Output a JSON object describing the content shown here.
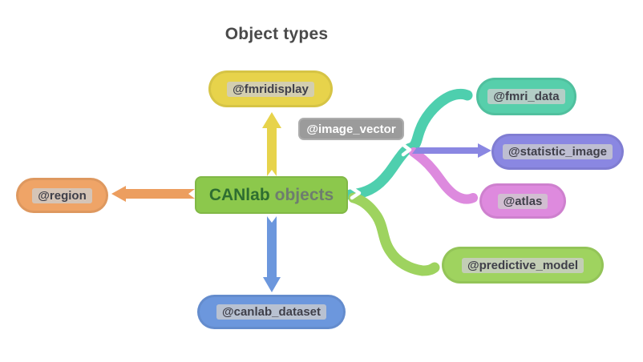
{
  "title": {
    "text": "Object types",
    "color": "#4a4a4a"
  },
  "center_node": {
    "label_primary": "CANlab",
    "label_secondary": "objects",
    "primary_text_color": "#2e6e31",
    "secondary_text_color": "#6e7d6f",
    "fill": "#8cc84c"
  },
  "nodes": {
    "fmridisplay": {
      "label": "@fmridisplay",
      "fill": "#e7d34b"
    },
    "image_vector": {
      "label": "@image_vector",
      "fill": "#9b9b9b",
      "text_color": "#ffffff"
    },
    "region": {
      "label": "@region",
      "fill": "#efa467"
    },
    "canlab_dataset": {
      "label": "@canlab_dataset",
      "fill": "#6c97dd"
    },
    "fmri_data": {
      "label": "@fmri_data",
      "fill": "#57cfab"
    },
    "statistic_image": {
      "label": "@statistic_image",
      "fill": "#8a87e2"
    },
    "atlas": {
      "label": "@atlas",
      "fill": "#de8ade"
    },
    "predictive_model": {
      "label": "@predictive_model",
      "fill": "#9fd35f"
    }
  },
  "connectors": {
    "to_fmridisplay": {
      "color": "#e7d34b"
    },
    "to_region": {
      "color": "#ec9e5f"
    },
    "to_canlab_dataset": {
      "color": "#6c97dd"
    },
    "branch_main": {
      "color": "#4ecfae"
    },
    "to_statistic_image": {
      "color": "#8a87e2"
    },
    "to_atlas": {
      "color": "#dd8ade"
    },
    "to_predictive_model": {
      "color": "#9ed35f"
    },
    "chevron_color": "#ffffff"
  },
  "label_strip": {
    "background": "rgba(205,205,205,0.78)",
    "text_color": "#3f3f49"
  }
}
